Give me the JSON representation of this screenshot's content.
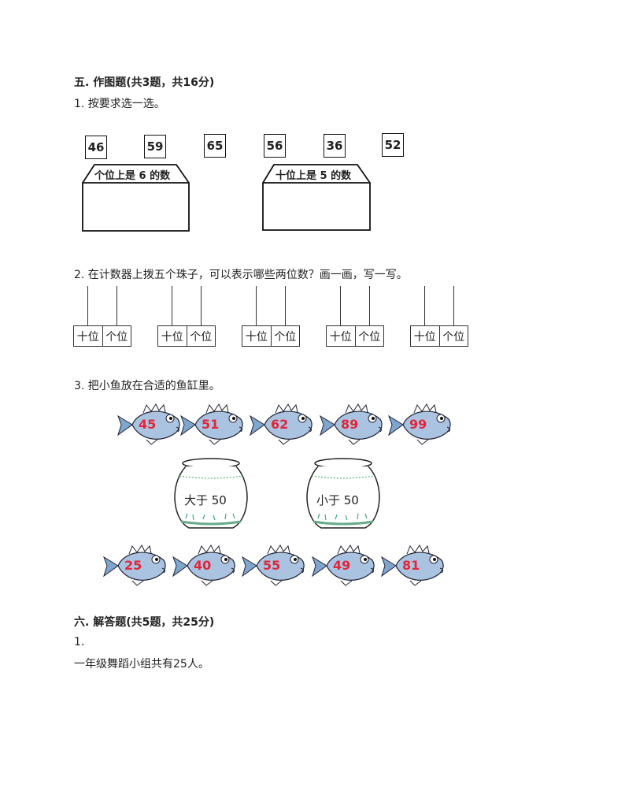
{
  "section5": {
    "title": "五. 作图题(共3题，共16分)",
    "q1": {
      "text": "1. 按要求选一选。",
      "numbers": [
        "46",
        "59",
        "65",
        "56",
        "36",
        "52"
      ],
      "bins": [
        "个位上是 6 的数",
        "十位上是 5 的数"
      ]
    },
    "q2": {
      "text": "2. 在计数器上拨五个珠子，可以表示哪些两位数？画一画，写一写。",
      "tens_label": "十位",
      "ones_label": "个位"
    },
    "q3": {
      "text": "3. 把小鱼放在合适的鱼缸里。",
      "fish_top": [
        "45",
        "51",
        "62",
        "89",
        "99"
      ],
      "fish_bottom": [
        "25",
        "40",
        "55",
        "49",
        "81"
      ],
      "jars": [
        "大于 50",
        "小于 50"
      ]
    }
  },
  "section6": {
    "title": "六. 解答题(共5题，共25分)",
    "q1_number": "1.",
    "q1_text": "一年级舞蹈小组共有25人。"
  },
  "colors": {
    "fish_body": "#a9c3e0",
    "fish_number": "#e3263a",
    "ink": "#222222"
  }
}
